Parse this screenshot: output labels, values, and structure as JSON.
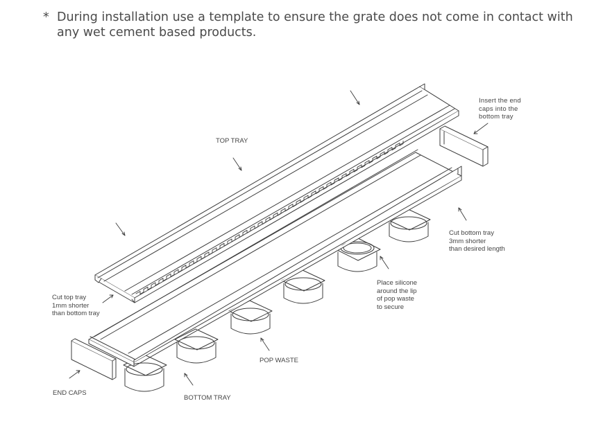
{
  "note": {
    "star": "*",
    "line1": "During installation use a template to ensure the grate does not come in contact with",
    "line2": "any  wet cement based products."
  },
  "labels": {
    "top_tray": "TOP TRAY",
    "insert_end_caps": [
      "Insert the end",
      "caps into the",
      "bottom tray"
    ],
    "cut_bottom_tray": [
      "Cut bottom tray",
      "3mm shorter",
      "than desired length"
    ],
    "place_silicone": [
      "Place silicone",
      "around the lip",
      "of pop waste",
      "to secure"
    ],
    "cut_top_tray": [
      "Cut top tray",
      "1mm shorter",
      "than bottom tray"
    ],
    "pop_waste": "POP WASTE",
    "end_caps": "END CAPS",
    "bottom_tray": "BOTTOM TRAY"
  },
  "colors": {
    "line": "#3c3c3c",
    "text": "#4a4a4a",
    "background": "#ffffff"
  }
}
